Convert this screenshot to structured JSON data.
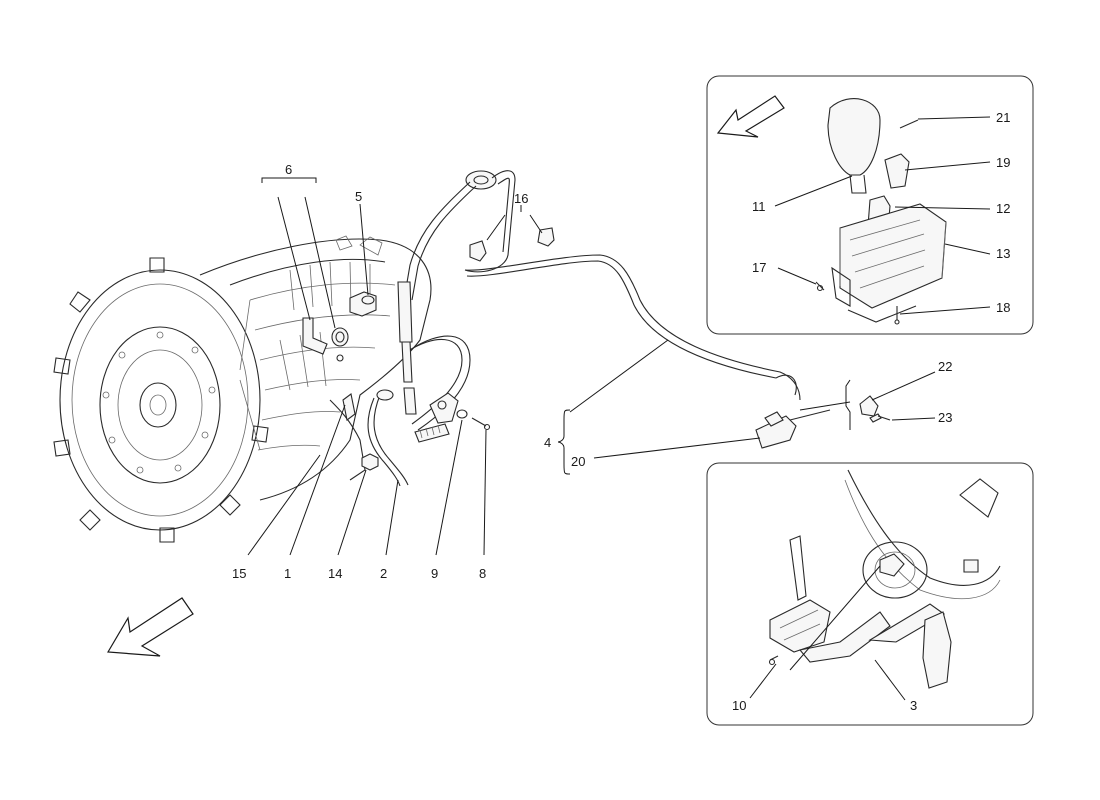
{
  "callouts": {
    "c1": "1",
    "c2": "2",
    "c3": "3",
    "c4": "4",
    "c5": "5",
    "c6": "6",
    "c8": "8",
    "c9": "9",
    "c10": "10",
    "c11": "11",
    "c12": "12",
    "c13": "13",
    "c14": "14",
    "c15": "15",
    "c16": "16",
    "c17": "17",
    "c18": "18",
    "c19": "19",
    "c20": "20",
    "c21": "21",
    "c22": "22",
    "c23": "23"
  },
  "icons": {
    "orientation_arrow": "direction-arrow-icon"
  }
}
